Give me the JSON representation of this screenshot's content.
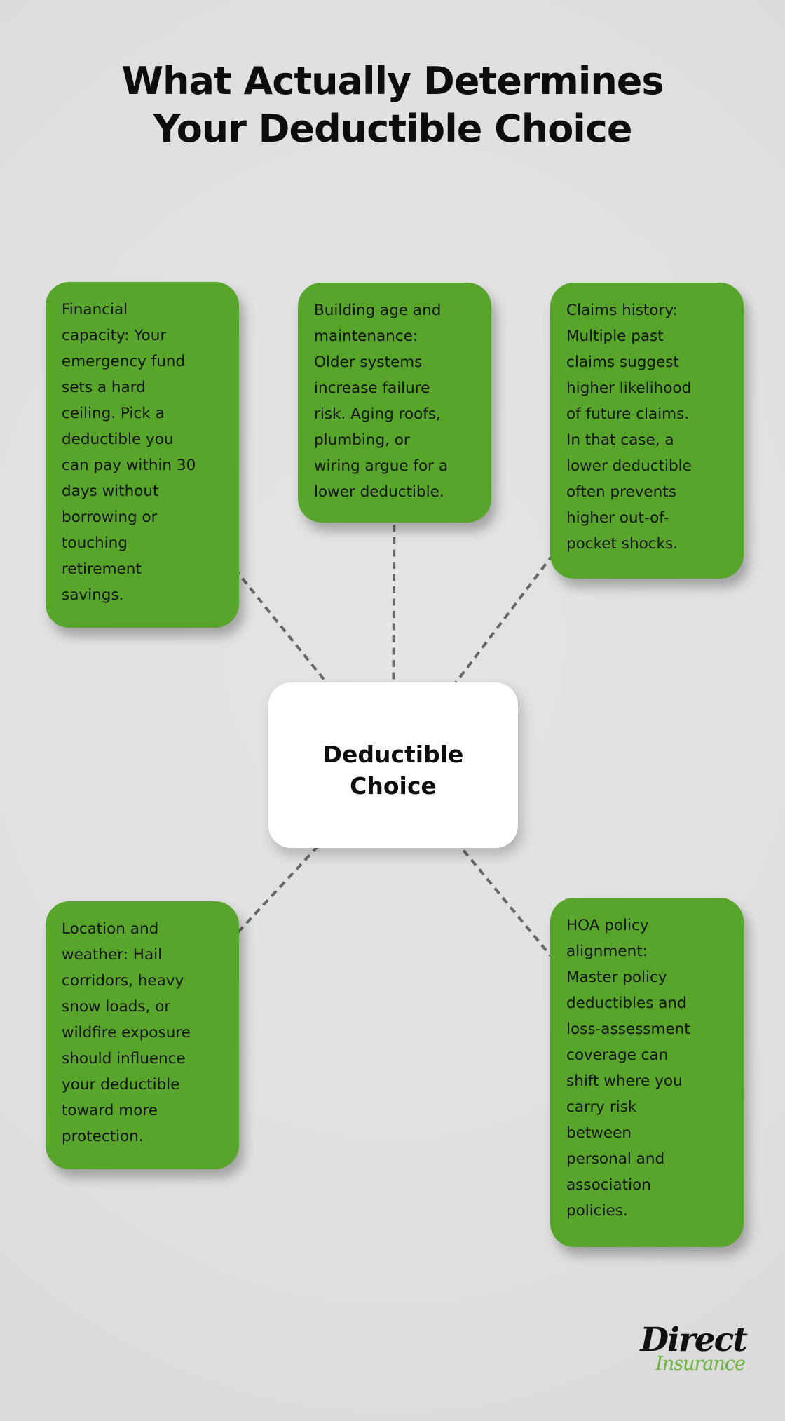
{
  "title": "What Actually Determines\nYour Deductible Choice",
  "center": {
    "label": "Deductible\nChoice"
  },
  "factors": [
    {
      "id": "financial-capacity",
      "text": "Financial\ncapacity: Your\nemergency fund\nsets a hard\nceiling. Pick a\ndeductible you\ncan pay within 30\ndays without\nborrowing or\ntouching\nretirement\nsavings."
    },
    {
      "id": "building-age-and-maintenance",
      "text": "Building age and\nmaintenance:\nOlder systems\nincrease failure\nrisk. Aging roofs,\nplumbing, or\nwiring argue for a\nlower deductible."
    },
    {
      "id": "claims-history",
      "text": "Claims history:\nMultiple past\nclaims suggest\nhigher likelihood\nof future claims.\nIn that case, a\nlower deductible\noften prevents\nhigher out-of-\npocket shocks."
    },
    {
      "id": "location-and-weather",
      "text": "Location and\nweather: Hail\ncorridors, heavy\nsnow loads, or\nwildfire exposure\nshould influence\nyour deductible\ntoward more\nprotection."
    },
    {
      "id": "hoa-policy-alignment",
      "text": "HOA policy\nalignment:\nMaster policy\ndeductibles and\nloss-assessment\ncoverage can\nshift where you\ncarry risk\nbetween\npersonal and\nassociation\npolicies."
    }
  ],
  "logo": {
    "brand": "Direct",
    "sub": "Insurance"
  },
  "colors": {
    "bg": "#e0e0e0",
    "green": "#58a52b",
    "logo-green": "#6ab43c",
    "ink": "#141414",
    "line": "#686868",
    "card-white": "#ffffff"
  }
}
